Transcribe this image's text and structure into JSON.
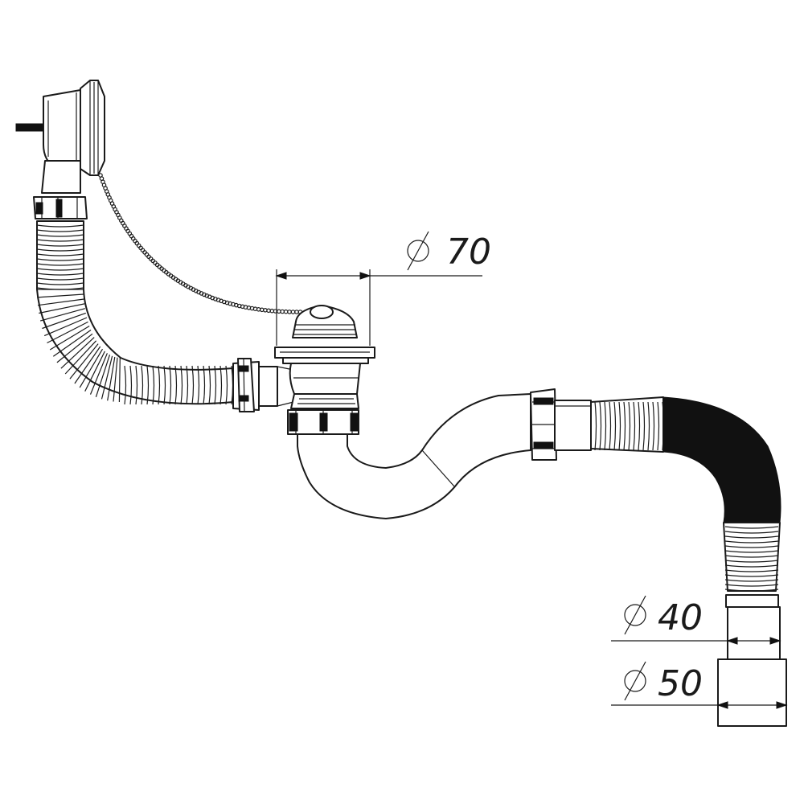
{
  "dimensions": {
    "top_diameter": {
      "symbol": "⌀",
      "value": "70"
    },
    "outlet_inner": {
      "symbol": "⌀",
      "value": "40"
    },
    "outlet_outer": {
      "symbol": "⌀",
      "value": "50"
    }
  },
  "colors": {
    "line": "#1a1a1a",
    "background": "#ffffff",
    "dark_hose": "#111111"
  }
}
